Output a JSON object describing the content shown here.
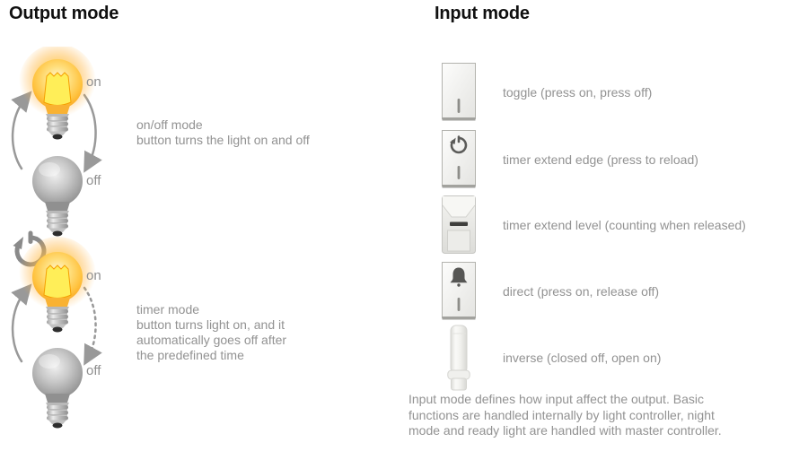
{
  "output_section": {
    "title": "Output mode",
    "onoff_group": {
      "on_label": "on",
      "off_label": "off",
      "line1": "on/off mode",
      "line2": "button turns the light on and off"
    },
    "timer_group": {
      "on_label": "on",
      "off_label": "off",
      "line1": "timer mode",
      "line2": "button turns light on, and it",
      "line3": "automatically goes off after",
      "line4": "the predefined time"
    }
  },
  "input_section": {
    "title": "Input mode",
    "rows": [
      {
        "icon": "toggle-switch-icon",
        "label": "toggle (press on, press off)"
      },
      {
        "icon": "timer-switch-icon",
        "label": "timer extend edge (press to reload)"
      },
      {
        "icon": "motion-sensor-icon",
        "label": "timer extend level (counting when released)"
      },
      {
        "icon": "bell-switch-icon",
        "label": "direct (press on, release off)"
      },
      {
        "icon": "inverse-connector-icon",
        "label": "inverse (closed off, open on)"
      }
    ],
    "footer_line1": "Input mode defines how input affect the output. Basic",
    "footer_line2": "functions are handled internally by light controller, night",
    "footer_line3": "mode and ready light are handled with master controller."
  },
  "colors": {
    "heading_text": "#101010",
    "body_text": "#929292",
    "arrow_gray": "#999999",
    "bulb_on_yellow": "#ffc23e",
    "bulb_off_gray": "#a8a8a8",
    "switch_border": "#b3b3ae"
  }
}
